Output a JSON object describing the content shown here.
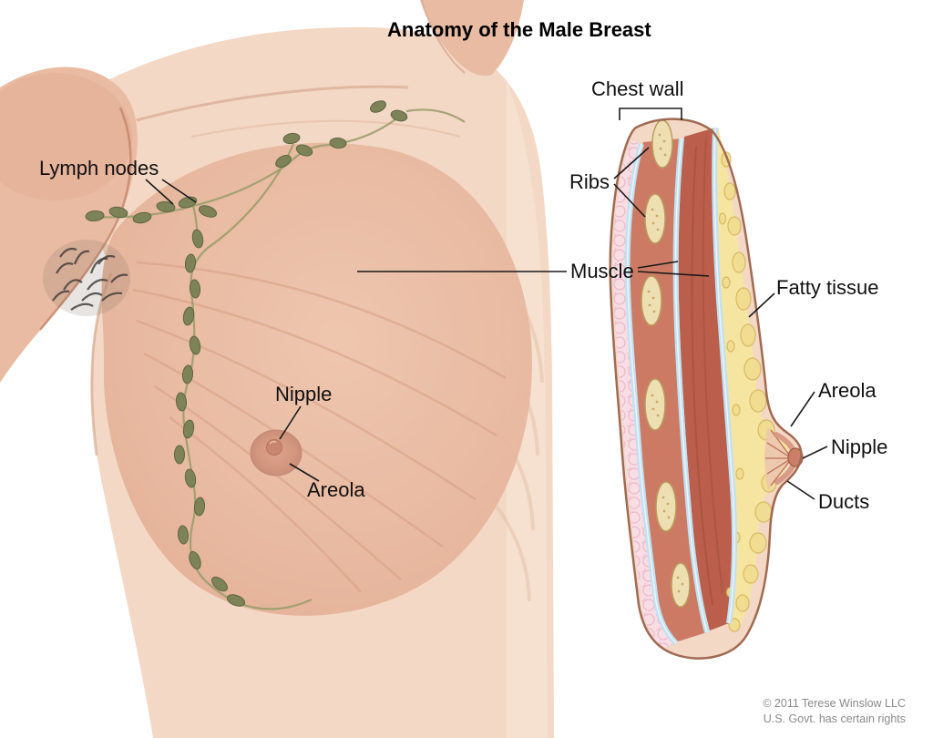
{
  "title": "Anatomy of the Male Breast",
  "figure": {
    "left_labels": {
      "lymph_nodes": "Lymph nodes",
      "nipple": "Nipple",
      "areola": "Areola"
    },
    "section_labels": {
      "chest_wall": "Chest wall",
      "ribs": "Ribs",
      "muscle": "Muscle",
      "fatty_tissue": "Fatty tissue",
      "areola": "Areola",
      "nipple": "Nipple",
      "ducts": "Ducts"
    }
  },
  "credit": {
    "line1": "© 2011 Terese Winslow LLC",
    "line2": "U.S. Govt. has certain rights"
  },
  "colors": {
    "skin_light": "#f3d8c5",
    "skin_mid": "#e9bba3",
    "skin_shadow": "#d49b80",
    "lymph_node": "#7d8357",
    "lymph_vessel": "#969b68",
    "muscle_red": "#bb5f4c",
    "intercostal_red": "#cd7a64",
    "bone_cream": "#eedfb2",
    "fat_yellow": "#f5e5a0",
    "fascia_blue": "#c2e0f0",
    "lace_pink": "#f8dde4",
    "outline_dark": "#1a1a1a",
    "credit_gray": "#8a8a8a"
  }
}
